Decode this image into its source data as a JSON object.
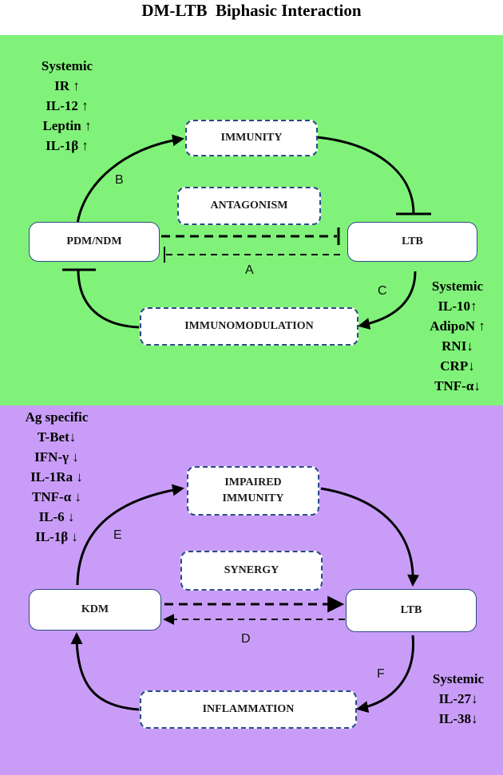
{
  "title": "DM-LTB  Biphasic Interaction",
  "colors": {
    "top_panel": "#80f279",
    "bottom_panel": "#c99df7",
    "box_border": "#2a4a86"
  },
  "top": {
    "immunity": "IMMUNITY",
    "antagonism": "ANTAGONISM",
    "left_node": "PDM/NDM",
    "right_node": "LTB",
    "immunomodulation": "IMMUNOMODULATION",
    "label_a": "A",
    "label_b": "B",
    "label_c": "C",
    "systemic_left": [
      "Systemic",
      "IR ↑",
      "IL-12 ↑",
      "Leptin ↑",
      "IL-1β ↑"
    ],
    "systemic_right": [
      "Systemic",
      "IL-10↑",
      "AdipoN ↑",
      "RNI↓",
      "CRP↓",
      "TNF-α↓"
    ]
  },
  "bottom": {
    "impaired_immunity": [
      "IMPAIRED",
      "IMMUNITY"
    ],
    "synergy": "SYNERGY",
    "left_node": "KDM",
    "right_node": "LTB",
    "inflammation": "INFLAMMATION",
    "label_d": "D",
    "label_e": "E",
    "label_f": "F",
    "ag_specific": [
      "Ag specific",
      "T-Bet↓",
      "IFN-γ ↓",
      "IL-1Ra ↓",
      "TNF-α ↓",
      "IL-6 ↓",
      "IL-1β ↓"
    ],
    "systemic_right": [
      "Systemic",
      "IL-27↓",
      "IL-38↓"
    ]
  }
}
